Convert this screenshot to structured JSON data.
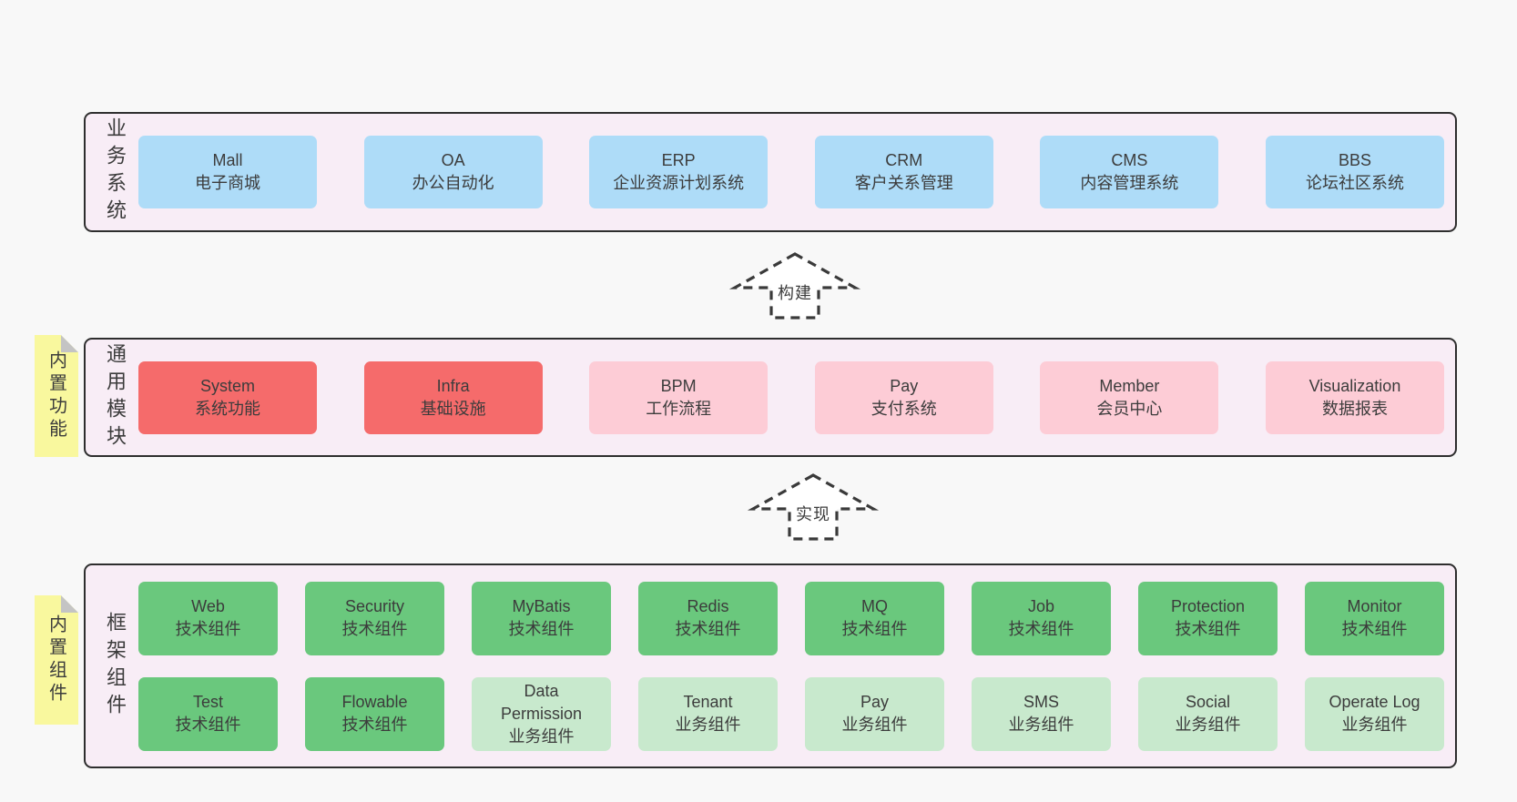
{
  "colors": {
    "page_bg": "#f8f8f8",
    "layer_bg": "#f8edf6",
    "layer_border": "#2e2e2e",
    "text": "#3c3c3c",
    "blue": "#aedcf8",
    "red": "#f56b6b",
    "pink": "#fdccd6",
    "green": "#6ac87d",
    "green_light": "#c8e9cd",
    "sticky_yellow": "#f9f89e",
    "sticky_fold": "#c4c4c4",
    "arrow_stroke": "#3a3a3a",
    "arrow_fill": "#ffffff"
  },
  "layers": [
    {
      "label": "业务系统",
      "sticky": null,
      "rows": [
        [
          {
            "title": "Mall",
            "subtitle": "电子商城",
            "variant": "blue"
          },
          {
            "title": "OA",
            "subtitle": "办公自动化",
            "variant": "blue"
          },
          {
            "title": "ERP",
            "subtitle": "企业资源计划系统",
            "variant": "blue"
          },
          {
            "title": "CRM",
            "subtitle": "客户关系管理",
            "variant": "blue"
          },
          {
            "title": "CMS",
            "subtitle": "内容管理系统",
            "variant": "blue"
          },
          {
            "title": "BBS",
            "subtitle": "论坛社区系统",
            "variant": "blue"
          }
        ]
      ]
    },
    {
      "label": "通用模块",
      "sticky": "内置功能",
      "rows": [
        [
          {
            "title": "System",
            "subtitle": "系统功能",
            "variant": "red"
          },
          {
            "title": "Infra",
            "subtitle": "基础设施",
            "variant": "red"
          },
          {
            "title": "BPM",
            "subtitle": "工作流程",
            "variant": "pink"
          },
          {
            "title": "Pay",
            "subtitle": "支付系统",
            "variant": "pink"
          },
          {
            "title": "Member",
            "subtitle": "会员中心",
            "variant": "pink"
          },
          {
            "title": "Visualization",
            "subtitle": "数据报表",
            "variant": "pink"
          }
        ]
      ]
    },
    {
      "label": "框架组件",
      "sticky": "内置组件",
      "rows": [
        [
          {
            "title": "Web",
            "subtitle": "技术组件",
            "variant": "green"
          },
          {
            "title": "Security",
            "subtitle": "技术组件",
            "variant": "green"
          },
          {
            "title": "MyBatis",
            "subtitle": "技术组件",
            "variant": "green"
          },
          {
            "title": "Redis",
            "subtitle": "技术组件",
            "variant": "green"
          },
          {
            "title": "MQ",
            "subtitle": "技术组件",
            "variant": "green"
          },
          {
            "title": "Job",
            "subtitle": "技术组件",
            "variant": "green"
          },
          {
            "title": "Protection",
            "subtitle": "技术组件",
            "variant": "green"
          },
          {
            "title": "Monitor",
            "subtitle": "技术组件",
            "variant": "green"
          }
        ],
        [
          {
            "title": "Test",
            "subtitle": "技术组件",
            "variant": "green"
          },
          {
            "title": "Flowable",
            "subtitle": "技术组件",
            "variant": "green"
          },
          {
            "title": "Data\nPermission",
            "subtitle": "业务组件",
            "variant": "green_light"
          },
          {
            "title": "Tenant",
            "subtitle": "业务组件",
            "variant": "green_light"
          },
          {
            "title": "Pay",
            "subtitle": "业务组件",
            "variant": "green_light"
          },
          {
            "title": "SMS",
            "subtitle": "业务组件",
            "variant": "green_light"
          },
          {
            "title": "Social",
            "subtitle": "业务组件",
            "variant": "green_light"
          },
          {
            "title": "Operate Log",
            "subtitle": "业务组件",
            "variant": "green_light"
          }
        ]
      ]
    }
  ],
  "arrows": [
    {
      "label": "构建"
    },
    {
      "label": "实现"
    }
  ]
}
